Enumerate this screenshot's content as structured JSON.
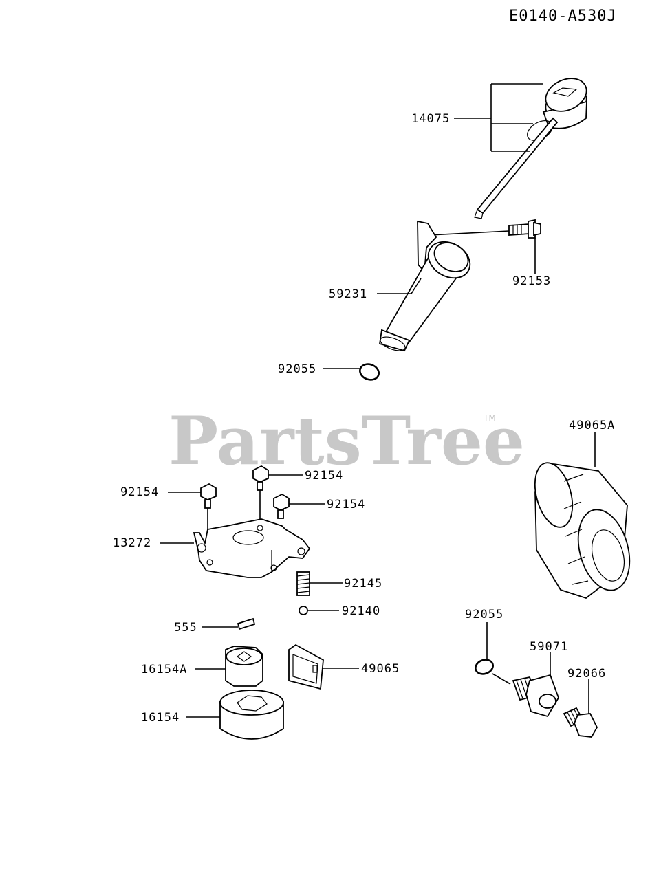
{
  "diagram_code": "E0140-A530J",
  "watermark": {
    "text": "PartsTree",
    "trademark": "TM"
  },
  "parts": [
    {
      "id": "p14075",
      "number": "14075",
      "name": "oil-dipstick-cap-icon"
    },
    {
      "id": "p92153",
      "number": "92153",
      "name": "bolt-icon"
    },
    {
      "id": "p59231",
      "number": "59231",
      "name": "oil-fill-tube-icon"
    },
    {
      "id": "p92055a",
      "number": "92055",
      "name": "o-ring-icon"
    },
    {
      "id": "p49065A",
      "number": "49065A",
      "name": "oil-filter-icon"
    },
    {
      "id": "p92154a",
      "number": "92154",
      "name": "bolt-icon"
    },
    {
      "id": "p92154b",
      "number": "92154",
      "name": "bolt-icon"
    },
    {
      "id": "p92154c",
      "number": "92154",
      "name": "bolt-icon"
    },
    {
      "id": "p13272",
      "number": "13272",
      "name": "plate-icon"
    },
    {
      "id": "p92145",
      "number": "92145",
      "name": "spring-icon"
    },
    {
      "id": "p92140",
      "number": "92140",
      "name": "ball-icon"
    },
    {
      "id": "p555",
      "number": "555",
      "name": "pin-icon"
    },
    {
      "id": "p16154A",
      "number": "16154A",
      "name": "inner-rotor-icon"
    },
    {
      "id": "p49065",
      "number": "49065",
      "name": "strainer-icon"
    },
    {
      "id": "p16154",
      "number": "16154",
      "name": "outer-rotor-icon"
    },
    {
      "id": "p92055b",
      "number": "92055",
      "name": "o-ring-icon"
    },
    {
      "id": "p59071",
      "number": "59071",
      "name": "fitting-icon"
    },
    {
      "id": "p92066",
      "number": "92066",
      "name": "drain-plug-icon"
    }
  ]
}
